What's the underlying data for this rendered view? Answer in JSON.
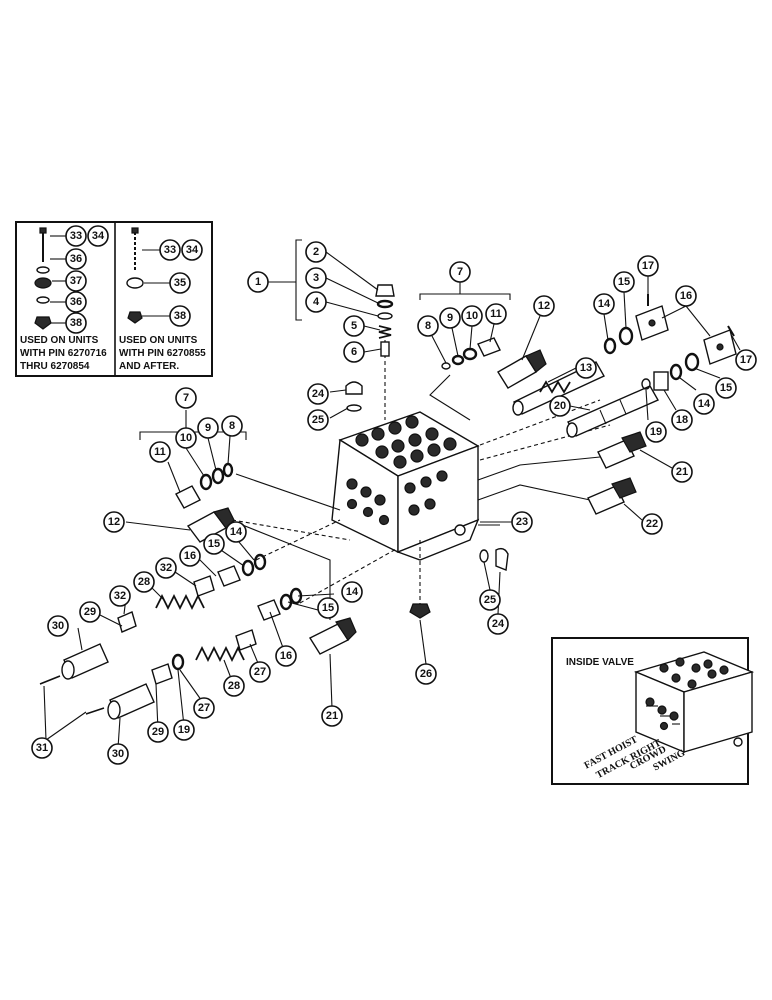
{
  "notes": {
    "left": [
      "USED ON UNITS",
      "WITH PIN  6270716",
      "THRU 6270854"
    ],
    "right": [
      "USED ON UNITS",
      "WITH PIN 6270855",
      "AND AFTER."
    ]
  },
  "inset": {
    "title": "INSIDE VALVE",
    "labels": [
      "FAST HOIST",
      "TRACK RIGHT",
      "CROWD",
      "SWING"
    ]
  },
  "callouts": {
    "c1": "1",
    "c2": "2",
    "c3": "3",
    "c4": "4",
    "c5": "5",
    "c6": "6",
    "c7a": "7",
    "c7b": "7",
    "c8a": "8",
    "c8b": "8",
    "c9a": "9",
    "c9b": "9",
    "c10a": "10",
    "c10b": "10",
    "c11a": "11",
    "c11b": "11",
    "c12a": "12",
    "c12b": "12",
    "c13": "13",
    "c14a": "14",
    "c14b": "14",
    "c14c": "14",
    "c14d": "14",
    "c15a": "15",
    "c15b": "15",
    "c15c": "15",
    "c15d": "15",
    "c16a": "16",
    "c16b": "16",
    "c16c": "16",
    "c17a": "17",
    "c17b": "17",
    "c18": "18",
    "c19a": "19",
    "c19b": "19",
    "c20": "20",
    "c21a": "21",
    "c21b": "21",
    "c22": "22",
    "c23": "23",
    "c24a": "24",
    "c24b": "24",
    "c25a": "25",
    "c25b": "25",
    "c26": "26",
    "c27a": "27",
    "c27b": "27",
    "c28a": "28",
    "c28b": "28",
    "c29a": "29",
    "c29b": "29",
    "c30a": "30",
    "c30b": "30",
    "c31": "31",
    "c32a": "32",
    "c32b": "32",
    "c33a": "33",
    "c33b": "33",
    "c34a": "34",
    "c34b": "34",
    "c35": "35",
    "c36a": "36",
    "c36b": "36",
    "c37": "37",
    "c38a": "38",
    "c38b": "38"
  }
}
